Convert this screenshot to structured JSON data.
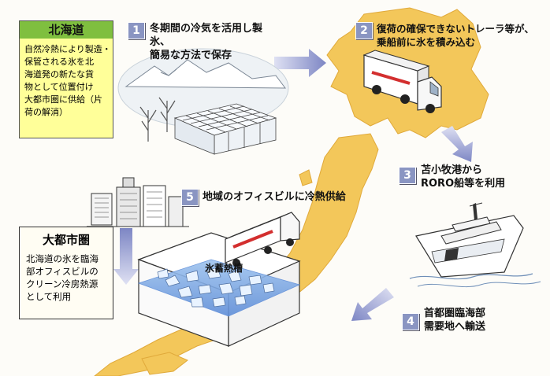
{
  "hokkaido": {
    "title": "北海道",
    "description_lines": [
      "自然冷熱により製造・",
      "保管される氷を北",
      "海道発の新たな貨",
      "物として位置付け",
      "大都市圏に供給（片",
      "荷の解消）"
    ]
  },
  "metro": {
    "title": "大都市圏",
    "description_lines": [
      "北海道の氷を臨海",
      "部オフィスビルの",
      "クリーン冷房熱源",
      "として利用"
    ]
  },
  "steps": [
    {
      "number": "1",
      "lines": [
        "冬期間の冷気を活用し製氷、",
        "簡易な方法で保存"
      ]
    },
    {
      "number": "2",
      "lines": [
        "復荷の確保できないトレーラ等が、",
        "乗船前に氷を積み込む"
      ]
    },
    {
      "number": "3",
      "lines": [
        "苫小牧港から",
        "RORO船等を利用"
      ]
    },
    {
      "number": "4",
      "lines": [
        "首都圏臨海部",
        "需要地へ輸送"
      ]
    },
    {
      "number": "5",
      "lines": [
        "地域のオフィスビルに冷熱供給"
      ]
    }
  ],
  "ice_storage_label": "氷蓄熱槽",
  "colors": {
    "japan_map": "#f3c75a",
    "hokkaido_box": "#ffff99",
    "hokkaido_title_bg": "#7fbf3f",
    "arrow": "#8890c8",
    "ice": "#8fb6e8",
    "step_badge": "#8a95c2",
    "truck_stripe": "#d32f2f"
  }
}
